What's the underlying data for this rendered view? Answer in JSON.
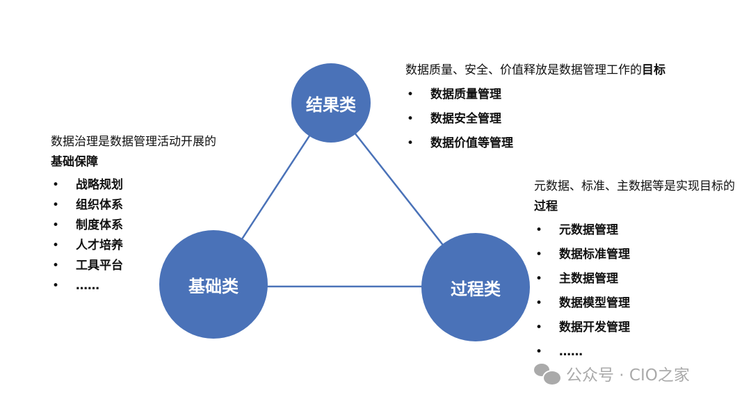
{
  "nodes": {
    "top": {
      "label": "结果类"
    },
    "left": {
      "label": "基础类"
    },
    "right": {
      "label": "过程类"
    }
  },
  "top_block": {
    "intro": "数据质量、安全、价值释放是数据管理工作的",
    "intro_bold": "目标",
    "items": [
      "数据质量管理",
      "数据安全管理",
      "数据价值等管理"
    ]
  },
  "left_block": {
    "intro": "数据治理是数据管理活动开展的",
    "intro_bold": "基础保障",
    "items": [
      "战略规划",
      "组织体系",
      "制度体系",
      "人才培养",
      "工具平台",
      "……"
    ]
  },
  "right_block": {
    "intro": "元数据、标准、主数据等是实现目标的",
    "intro_bold": "过程",
    "items": [
      "元数据管理",
      "数据标准管理",
      "主数据管理",
      "数据模型管理",
      "数据开发管理",
      "……"
    ]
  },
  "watermark": {
    "text": "公众号 · CIO之家"
  },
  "colors": {
    "circle": "#4a72b8",
    "line": "#4a72b8"
  }
}
